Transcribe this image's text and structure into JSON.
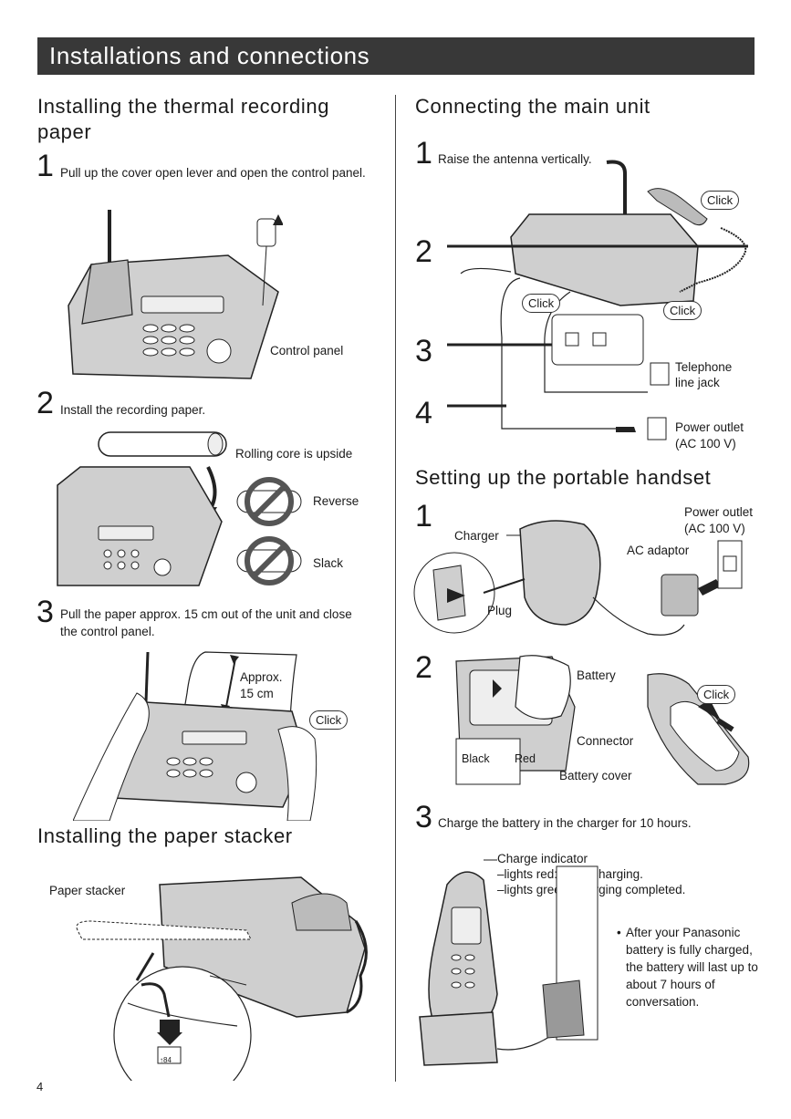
{
  "header": {
    "title": "Installations and connections"
  },
  "page_number": "4",
  "paper": {
    "title": "Installing the thermal recording paper",
    "step1": {
      "num": "1",
      "text": "Pull up the cover open lever and open the control panel.",
      "label": "Control panel"
    },
    "step2": {
      "num": "2",
      "text": "Install the recording paper.",
      "label_core": "Rolling core is upside",
      "label_reverse": "Reverse",
      "label_slack": "Slack"
    },
    "step3": {
      "num": "3",
      "text": "Pull the paper approx. 15 cm out of the unit and close the control panel.",
      "label_approx": "Approx.",
      "label_cm": "15 cm",
      "click": "Click"
    }
  },
  "stacker": {
    "title": "Installing the paper stacker",
    "label": "Paper stacker",
    "part_code": "↑84"
  },
  "main_unit": {
    "title": "Connecting the main unit",
    "step1": {
      "num": "1",
      "text": "Raise the antenna vertically."
    },
    "step2": {
      "num": "2"
    },
    "step3": {
      "num": "3"
    },
    "step4": {
      "num": "4"
    },
    "click1": "Click",
    "click2": "Click",
    "click3": "Click",
    "jack_label_1": "Telephone",
    "jack_label_2": "line jack",
    "outlet_label_1": "Power outlet",
    "outlet_label_2": "(AC 100 V)"
  },
  "handset": {
    "title": "Setting up the portable handset",
    "step1": {
      "num": "1",
      "charger": "Charger",
      "plug": "Plug",
      "outlet_1": "Power outlet",
      "outlet_2": "(AC 100 V)",
      "adaptor": "AC adaptor"
    },
    "step2": {
      "num": "2",
      "battery": "Battery",
      "connector": "Connector",
      "black": "Black",
      "red": "Red",
      "cover": "Battery cover",
      "click": "Click"
    },
    "step3": {
      "num": "3",
      "text": "Charge the battery in the charger for 10 hours.",
      "indicator_1": "Charge indicator",
      "indicator_2": "–lights red: while charging.",
      "indicator_3": "–lights green: charging completed."
    },
    "note": {
      "bullet": "•",
      "text": "After your Panasonic battery is fully charged, the battery will last up to about 7 hours of conversation."
    }
  }
}
